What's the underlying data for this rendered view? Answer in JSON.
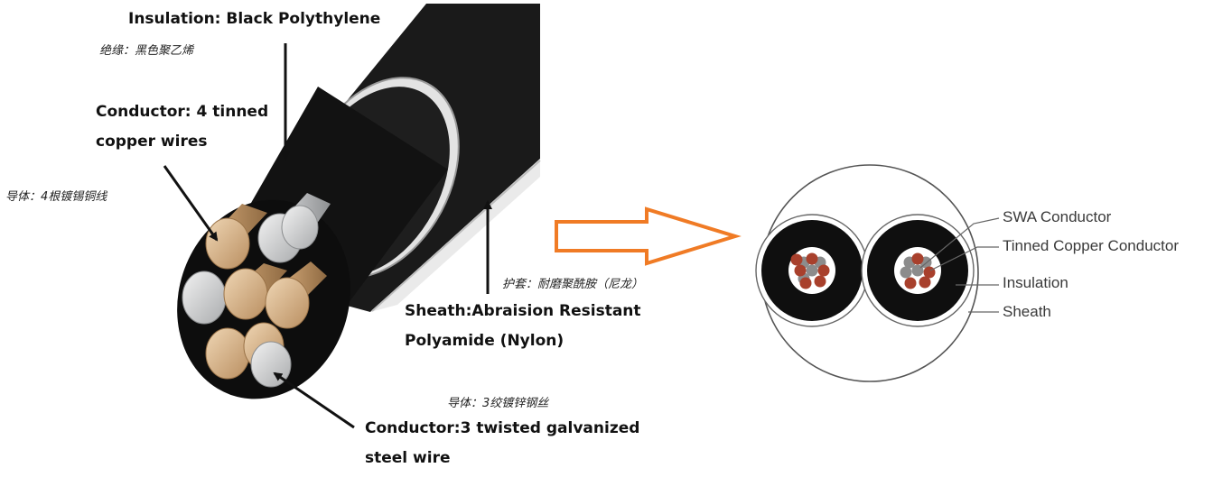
{
  "cable_3d": {
    "insulation_en": "Insulation: Black Polythylene",
    "insulation_cn": "绝缘：黑色聚乙烯",
    "conductor_tinned_en_line1": "Conductor: 4 tinned",
    "conductor_tinned_en_line2": "copper wires",
    "conductor_tinned_cn": "导体：4根镀锡铜线",
    "sheath_cn": "护套：耐磨聚酰胺（尼龙）",
    "sheath_en_line1": "Sheath:Abraision Resistant",
    "sheath_en_line2": "Polyamide (Nylon)",
    "conductor_steel_cn": "导体：3绞镀锌钢丝",
    "conductor_steel_en_line1": "Conductor:3 twisted galvanized",
    "conductor_steel_en_line2": "steel wire"
  },
  "cross_section": {
    "labels": [
      "SWA Conductor",
      "Tinned Copper Conductor",
      "Insulation",
      "Sheath"
    ]
  },
  "colors": {
    "arrow": "#f07b25",
    "copper": "#a8402c",
    "steel": "#8c8c8c",
    "insulation": "#0e0e0e",
    "tinned_wire": "#d6b48c",
    "steel_wire": "#cfd0d2"
  }
}
